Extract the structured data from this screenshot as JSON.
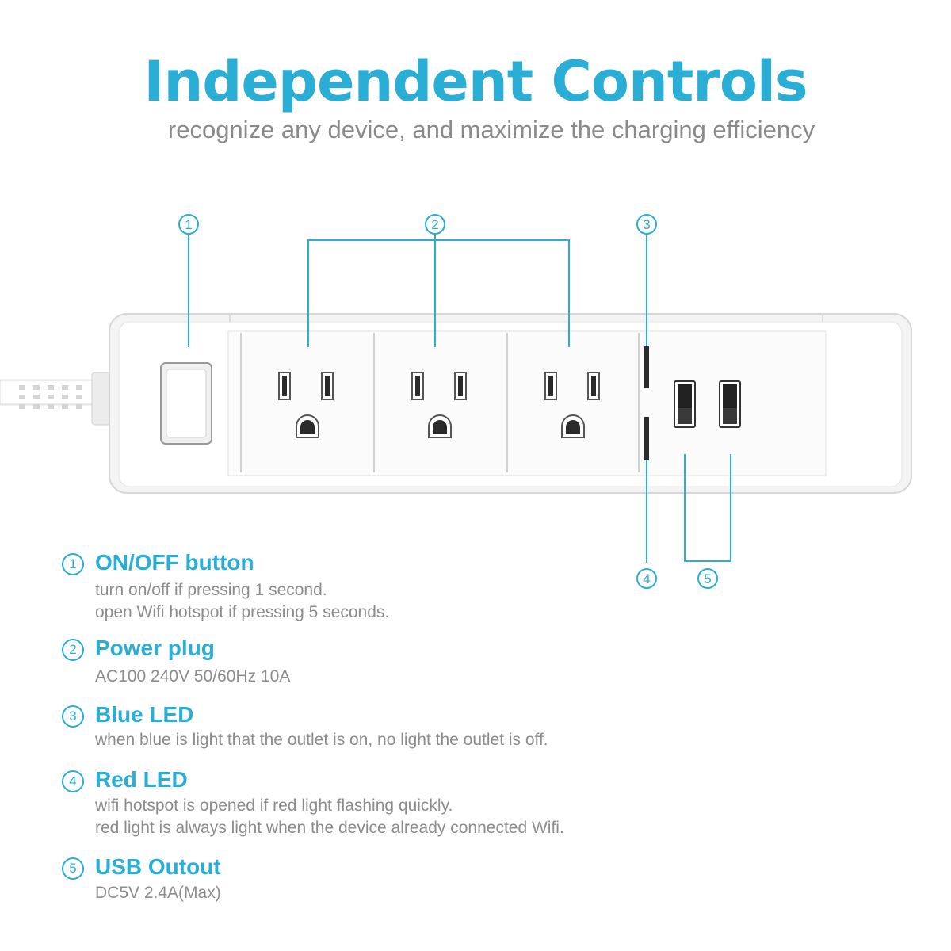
{
  "header": {
    "title": "Independent Controls",
    "subtitle": "recognize any device, and maximize the charging efficiency"
  },
  "callouts": [
    "1",
    "2",
    "3",
    "4",
    "5"
  ],
  "legend": [
    {
      "num": "1",
      "heading": "ON/OFF button",
      "lines": [
        "turn on/off if pressing 1 second.",
        "open Wifi hotspot if pressing 5 seconds."
      ]
    },
    {
      "num": "2",
      "heading": "Power plug",
      "lines": [
        "AC100 240V 50/60Hz 10A"
      ]
    },
    {
      "num": "3",
      "heading": "Blue LED",
      "lines": [
        "when blue is light that the outlet is on, no light the outlet is off."
      ]
    },
    {
      "num": "4",
      "heading": "Red LED",
      "lines": [
        "wifi hotspot is opened if red light flashing quickly.",
        "red light is always light when the device already connected Wifi."
      ]
    },
    {
      "num": "5",
      "heading": "USB Outout",
      "lines": [
        "DC5V 2.4A(Max)"
      ]
    }
  ],
  "colors": {
    "accent": "#2aaed6",
    "body_text": "#8c8c8c",
    "product_body": "#ffffff"
  },
  "icons": [
    "power-switch-icon",
    "us-outlet-icon",
    "usb-port-icon",
    "led-indicator-icon",
    "power-cord-icon"
  ]
}
